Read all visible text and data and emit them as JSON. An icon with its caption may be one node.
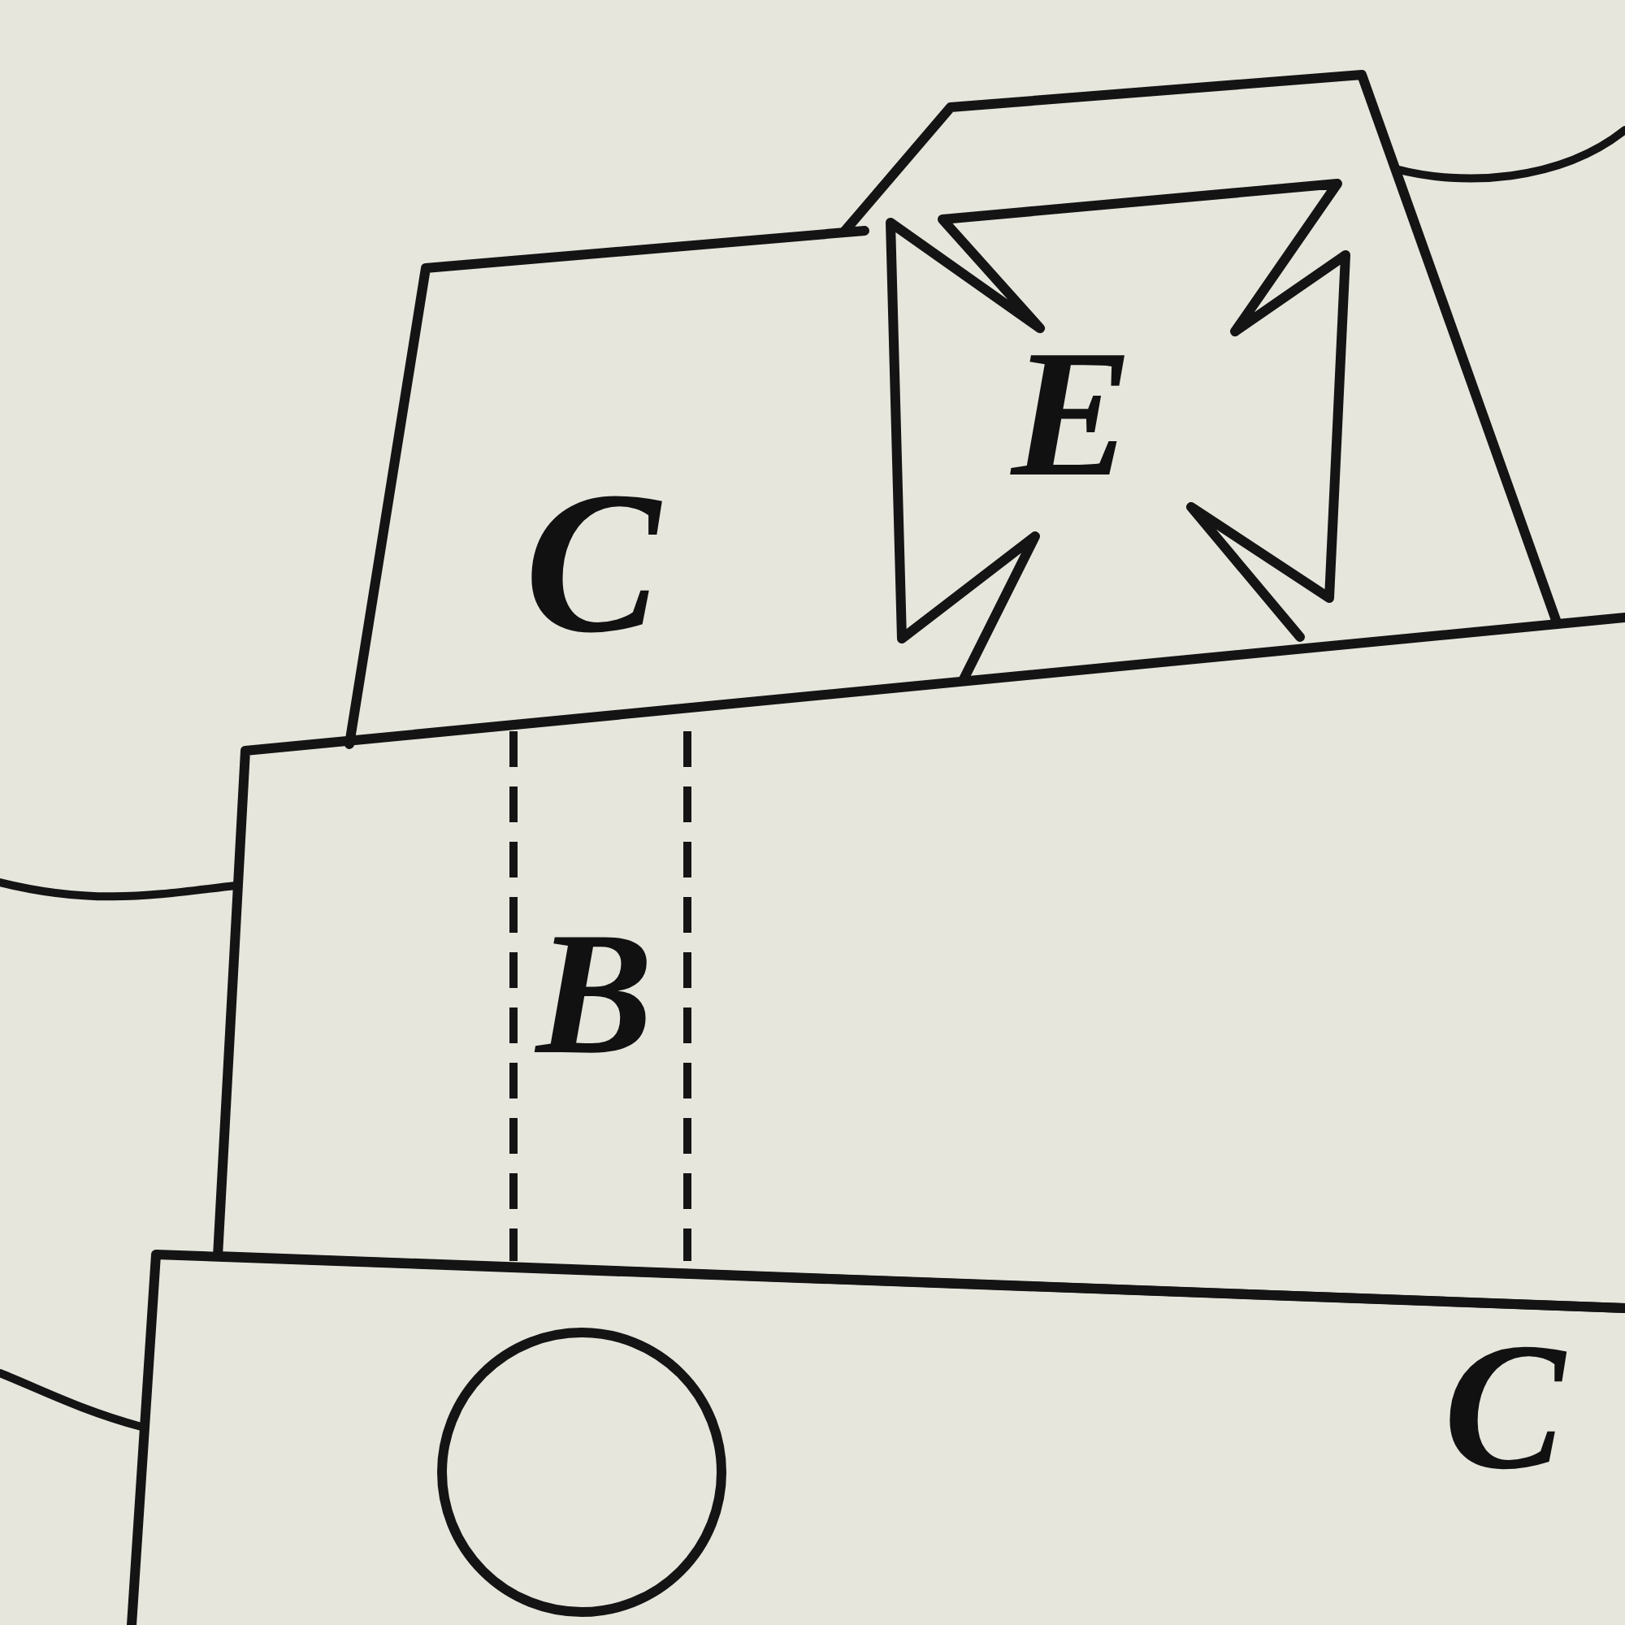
{
  "diagram": {
    "nodes": [
      {
        "text": [
          "C"
        ]
      },
      {
        "text": [],
        "shape": "trapezoid"
      },
      {
        "text": [
          "E"
        ],
        "in": 1
      },
      {
        "text": [],
        "shape": "box"
      },
      {
        "text": [
          "B"
        ],
        "in": 3
      },
      {
        "text": [
          "C"
        ]
      },
      {
        "text": [],
        "shape": "circle",
        "in": 5
      }
    ],
    "edges": [
      {
        "from": 1,
        "to": null,
        "arrow": "none"
      },
      {
        "from": 3,
        "to": null,
        "arrow": "none"
      },
      {
        "from": 5,
        "to": null,
        "arrow": "none"
      }
    ]
  }
}
